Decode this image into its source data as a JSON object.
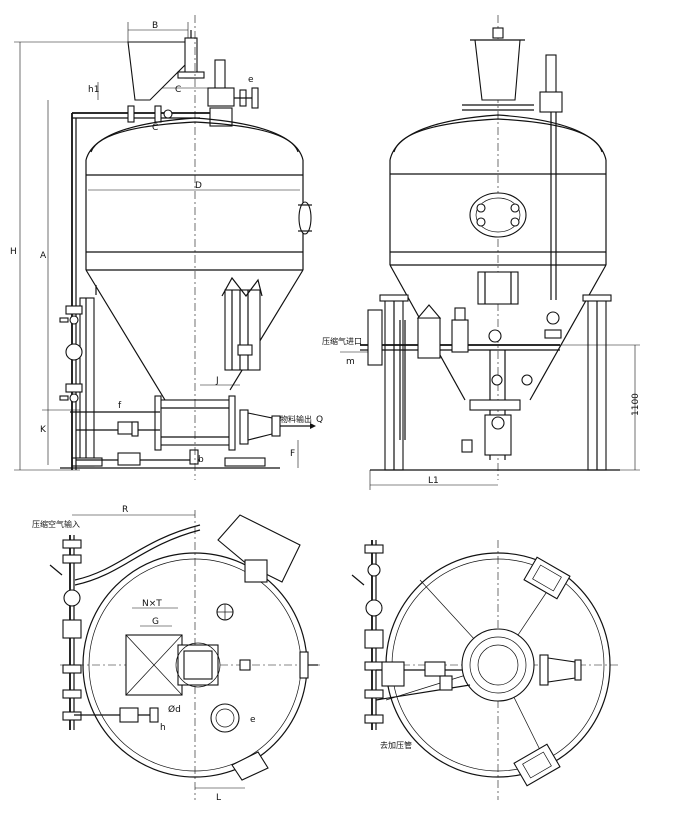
{
  "front_view": {
    "dim_B": "B",
    "dim_C": "C",
    "dim_C2": "C",
    "dim_h1": "h1",
    "dim_e": "e",
    "dim_D": "D",
    "dim_H": "H",
    "dim_A": "A",
    "dim_J": "J",
    "dim_f": "f",
    "dim_K": "K",
    "dim_F": "F",
    "dim_b": "b",
    "outlet_label": "物料输出",
    "outlet_dim": "Q"
  },
  "side_view": {
    "air_inlet_label": "压缩气进口",
    "dim_m": "m",
    "dim_1100": "1100",
    "dim_L1": "L1"
  },
  "plan_view": {
    "air_input_label": "压缩空气输入",
    "dim_R": "R",
    "dim_NxT": "N×T",
    "dim_G": "G",
    "dim_d": "Ød",
    "dim_h": "h",
    "dim_e": "e",
    "dim_L": "L"
  },
  "bottom_view": {
    "pressure_pipe_label": "去加压管"
  }
}
